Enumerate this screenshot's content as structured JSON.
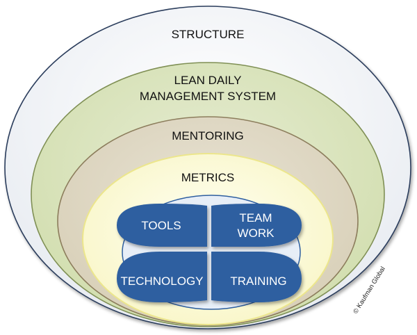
{
  "rings": {
    "structure": "STRUCTURE",
    "ldms_line1": "LEAN DAILY",
    "ldms_line2": "MANAGEMENT SYSTEM",
    "mentoring": "MENTORING",
    "metrics": "METRICS"
  },
  "core": {
    "tools": "TOOLS",
    "teamwork_line1": "TEAM",
    "teamwork_line2": "WORK",
    "technology": "TECHNOLOGY",
    "training": "TRAINING"
  },
  "copyright": "© Kaufman Global",
  "colors": {
    "structure_fill": "#ebeef3",
    "ldms_fill": "#d6e0b8",
    "mentoring_fill": "#ddd6c2",
    "metrics_fill": "#fdfbd6",
    "core_fill": "#2e5fa0",
    "core_bg": "#e4ecf6"
  }
}
